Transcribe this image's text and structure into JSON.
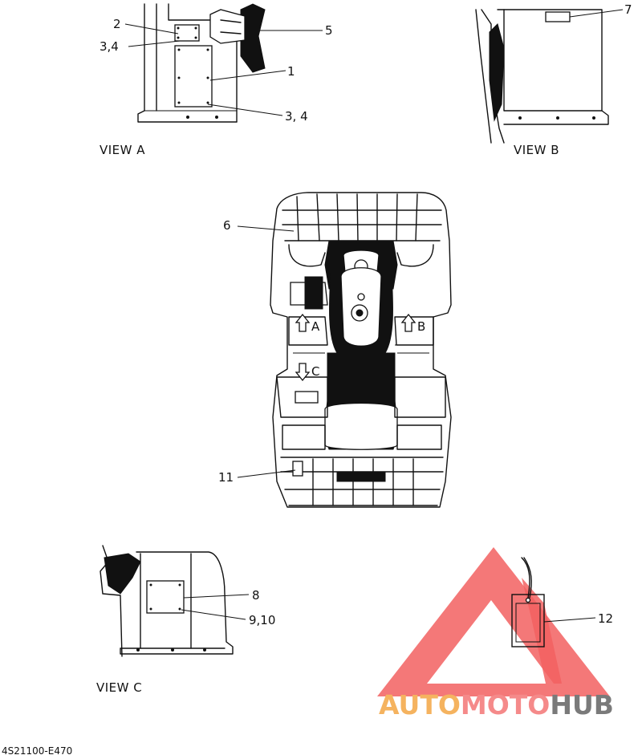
{
  "views": {
    "a": "VIEW A",
    "b": "VIEW B",
    "c": "VIEW C"
  },
  "callouts": {
    "c1": "1",
    "c2": "2",
    "c34_top": "3,4",
    "c34_bottom": "3, 4",
    "c5": "5",
    "c6": "6",
    "c7": "7",
    "c8": "8",
    "c910": "9,10",
    "c11": "11",
    "c12": "12"
  },
  "arrows": {
    "a": "A",
    "b": "B",
    "c": "C"
  },
  "watermark": {
    "part1": "AUTO",
    "part2": "MOTO",
    "part3": "HUB",
    "colors": {
      "auto": "#f5b35f",
      "moto": "#f58a8a",
      "hub": "#7a7a7a",
      "triangle": "#f26060"
    }
  },
  "footer": {
    "code": "4S21100-E470"
  }
}
